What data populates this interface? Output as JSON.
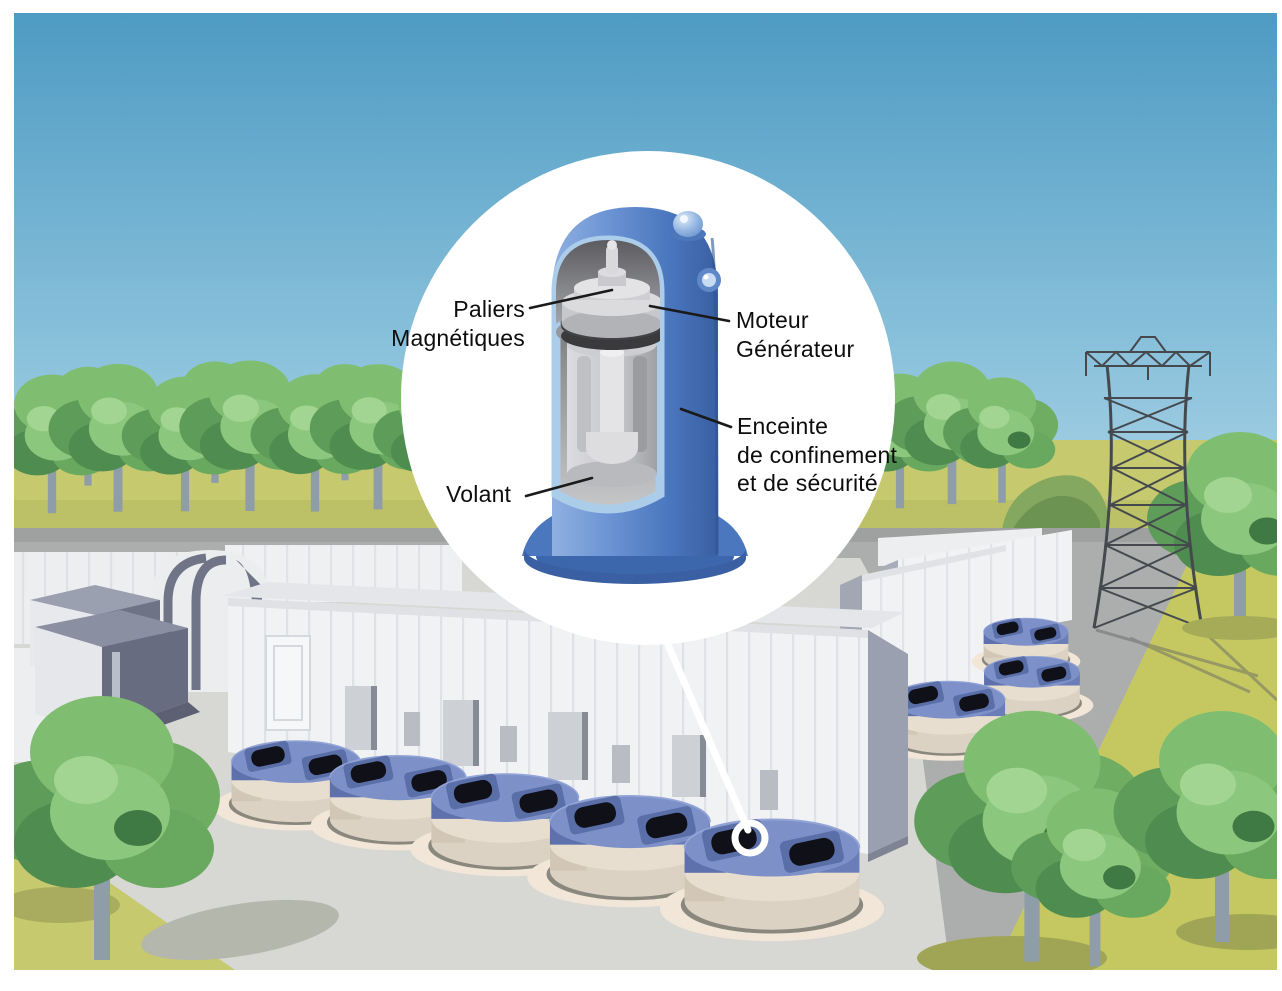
{
  "figure": {
    "language": "fr",
    "kind": "technical illustration with callout"
  },
  "callout": {
    "labels": {
      "paliers": "Paliers\nMagnétiques",
      "moteur": "Moteur\nGénérateur",
      "enceinte": "Enceinte\nde confinement\net de sécurité",
      "volant": "Volant"
    }
  },
  "palette": {
    "sky_top": "#4E9BC3",
    "sky_bottom": "#A9D3E6",
    "grass_band": "#C6C96E",
    "road_gray": "#ACAEAD",
    "concrete": "#D7D7D3",
    "building_white": "#F1F2F4",
    "building_side_gray": "#9AA0AF",
    "vessel_blue": "#4A77BE",
    "vessel_rim_lightblue": "#ABCDE9",
    "flywheel_top_blue": "#7D90C8",
    "flywheel_base_beige": "#DCD2C3",
    "vent_dark": "#0F1018",
    "foliage_green": "#6FAE62",
    "pylon_gray": "#45494E",
    "label_text": "#0D0D0D",
    "leader_white": "#FFFFFF"
  }
}
